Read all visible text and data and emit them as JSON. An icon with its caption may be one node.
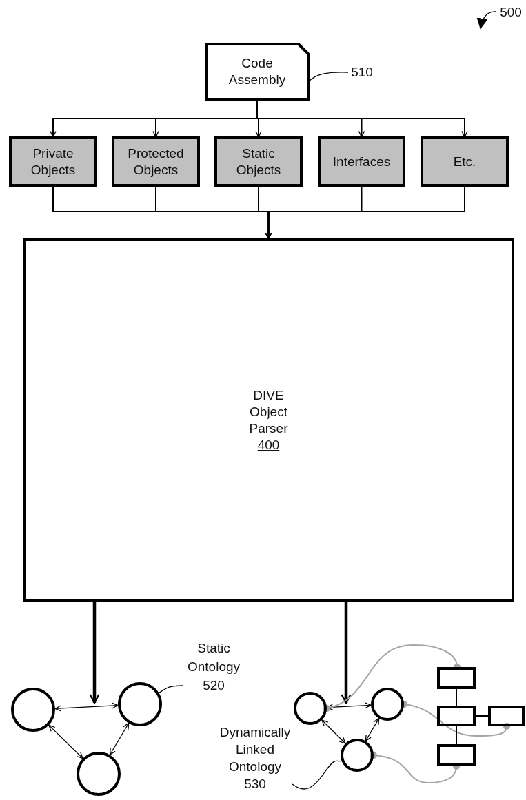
{
  "diagram": {
    "nodes": [
      {
        "text": [
          "500"
        ]
      },
      {
        "text": [
          "Code Assembly"
        ]
      },
      {
        "text": [
          "510"
        ]
      },
      {
        "text": [
          "Private Objects"
        ]
      },
      {
        "text": [
          "Protected Objects"
        ]
      },
      {
        "text": [
          "Static Objects"
        ]
      },
      {
        "text": [
          "Interfaces"
        ]
      },
      {
        "text": [
          "Etc."
        ]
      },
      {
        "text": [
          "DIVE Object Parser",
          "400"
        ]
      },
      {
        "text": [
          "Static Ontology 520"
        ]
      },
      {
        "text": [],
        "shape": "circle"
      },
      {
        "text": [],
        "shape": "circle"
      },
      {
        "text": [],
        "shape": "circle"
      },
      {
        "text": [
          "Dynamically Linked Ontology 530"
        ]
      },
      {
        "text": [],
        "shape": "circle"
      },
      {
        "text": [],
        "shape": "circle"
      },
      {
        "text": [],
        "shape": "circle"
      },
      {
        "text": [],
        "shape": "box"
      },
      {
        "text": [],
        "shape": "box"
      },
      {
        "text": [],
        "shape": "box"
      },
      {
        "text": [],
        "shape": "box"
      }
    ],
    "edges": [
      {
        "from": 0,
        "to": null,
        "arrow": "to"
      },
      {
        "from": 2,
        "to": 1,
        "arrow": "none"
      },
      {
        "from": 1,
        "to": 3,
        "arrow": "to"
      },
      {
        "from": 1,
        "to": 4,
        "arrow": "to"
      },
      {
        "from": 1,
        "to": 5,
        "arrow": "to"
      },
      {
        "from": 1,
        "to": 6,
        "arrow": "to"
      },
      {
        "from": 1,
        "to": 7,
        "arrow": "to"
      },
      {
        "from": 3,
        "to": 8,
        "arrow": "to"
      },
      {
        "from": 4,
        "to": 8,
        "arrow": "to"
      },
      {
        "from": 5,
        "to": 8,
        "arrow": "to"
      },
      {
        "from": 6,
        "to": 8,
        "arrow": "to"
      },
      {
        "from": 7,
        "to": 8,
        "arrow": "to"
      },
      {
        "from": 8,
        "to": 11,
        "arrow": "to",
        "style": "thick"
      },
      {
        "from": 8,
        "to": 14,
        "arrow": "to",
        "style": "thick"
      },
      {
        "from": 9,
        "to": 11,
        "arrow": "none"
      },
      {
        "from": 10,
        "to": 11,
        "arrow": "both"
      },
      {
        "from": 10,
        "to": 12,
        "arrow": "both"
      },
      {
        "from": 12,
        "to": 11,
        "arrow": "both"
      },
      {
        "from": 13,
        "to": 16,
        "arrow": "none"
      },
      {
        "from": 14,
        "to": 15,
        "arrow": "both"
      },
      {
        "from": 14,
        "to": 16,
        "arrow": "both"
      },
      {
        "from": 16,
        "to": 15,
        "arrow": "both"
      },
      {
        "from": 14,
        "to": 17,
        "arrow": "other",
        "color": "#a6a6a6"
      },
      {
        "from": 15,
        "to": 19,
        "arrow": "other",
        "color": "#a6a6a6"
      },
      {
        "from": 16,
        "to": 20,
        "arrow": "other",
        "color": "#a6a6a6"
      },
      {
        "from": 17,
        "to": 18,
        "arrow": "none"
      },
      {
        "from": 18,
        "to": 19,
        "arrow": "none"
      },
      {
        "from": 18,
        "to": 20,
        "arrow": "none"
      }
    ]
  }
}
